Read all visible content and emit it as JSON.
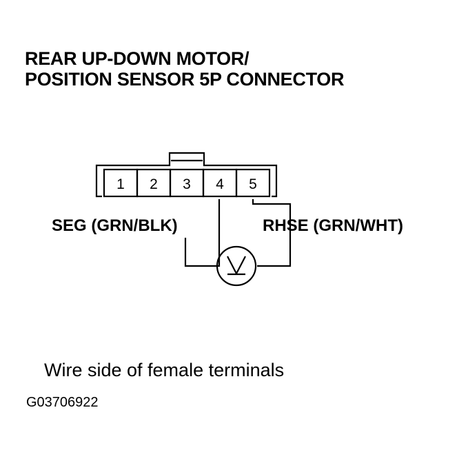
{
  "title": {
    "line1": "REAR UP-DOWN MOTOR/",
    "line2": "POSITION SENSOR 5P CONNECTOR"
  },
  "connector": {
    "pins": [
      "1",
      "2",
      "3",
      "4",
      "5"
    ]
  },
  "wires": {
    "left_label": "SEG (GRN/BLK)",
    "right_label": "RHSE (GRN/WHT)"
  },
  "meter": {
    "symbol": "V",
    "icon": "voltmeter-icon"
  },
  "caption": "Wire side of female terminals",
  "figure_id": "G03706922"
}
